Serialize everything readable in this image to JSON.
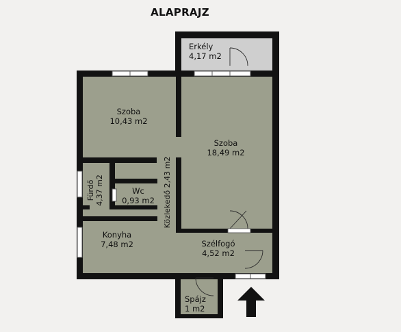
{
  "title": "ALAPRAJZ",
  "rooms": [
    {
      "id": "erkely",
      "name": "Erkély",
      "area": "4,17 m2"
    },
    {
      "id": "szoba1",
      "name": "Szoba",
      "area": "10,43 m2"
    },
    {
      "id": "szoba2",
      "name": "Szoba",
      "area": "18,49 m2"
    },
    {
      "id": "furdo",
      "name": "Fürdő",
      "area": "4,37 m2"
    },
    {
      "id": "wc",
      "name": "Wc",
      "area": "0,93 m2"
    },
    {
      "id": "kozlekedo",
      "name": "Közlekedő",
      "area": "2,43 m2"
    },
    {
      "id": "konyha",
      "name": "Konyha",
      "area": "7,48 m2"
    },
    {
      "id": "szelfogo",
      "name": "Szélfogó",
      "area": "4,52 m2"
    },
    {
      "id": "spajz",
      "name": "Spájz",
      "area": "1 m2"
    }
  ],
  "colors": {
    "floor": "#9c9f8d",
    "balcony": "#cfcfcf",
    "wall": "#121212",
    "background": "#f2f1ef"
  },
  "icons": [
    "entrance-arrow-icon"
  ]
}
